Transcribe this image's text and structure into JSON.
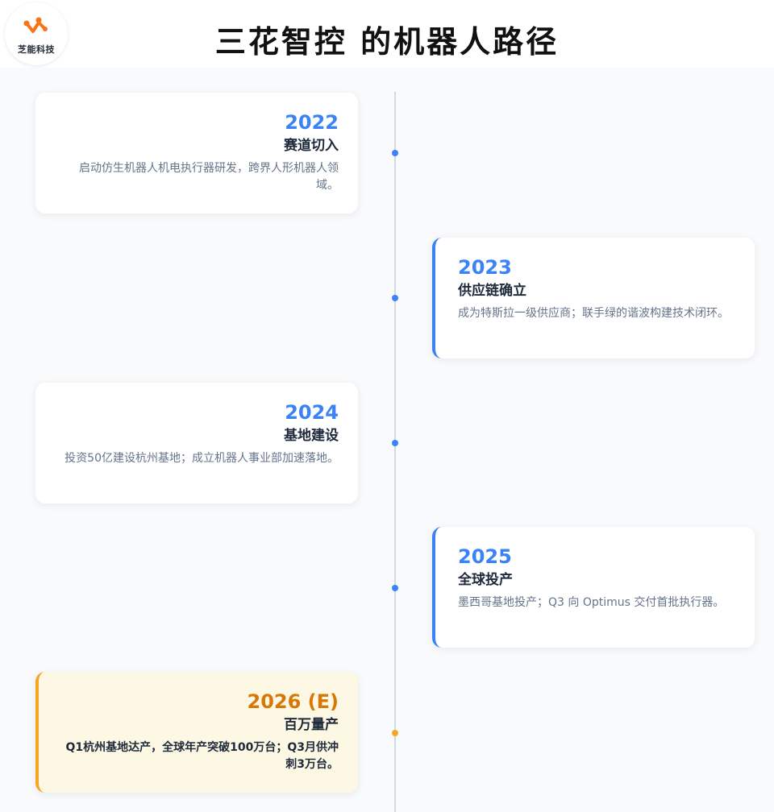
{
  "header": {
    "logo_text": "芝能科技",
    "title": "三花智控 的机器人路径"
  },
  "colors": {
    "accent": "#3b82f6",
    "future": "#f5a623",
    "future_year": "#d97706",
    "future_bg": "#fdf8e4"
  },
  "timeline": [
    {
      "year": "2022",
      "title": "赛道切入",
      "desc": "启动仿生机器人机电执行器研发，跨界人形机器人领域。",
      "side": "left",
      "status": "done"
    },
    {
      "year": "2023",
      "title": "供应链确立",
      "desc": "成为特斯拉一级供应商；联手绿的谐波构建技术闭环。",
      "side": "right",
      "status": "done"
    },
    {
      "year": "2024",
      "title": "基地建设",
      "desc": "投资50亿建设杭州基地；成立机器人事业部加速落地。",
      "side": "left",
      "status": "done"
    },
    {
      "year": "2025",
      "title": "全球投产",
      "desc": "墨西哥基地投产；Q3 向 Optimus 交付首批执行器。",
      "side": "right",
      "status": "done"
    },
    {
      "year": "2026 (E)",
      "title": "百万量产",
      "desc": "Q1杭州基地达产，全球年产突破100万台；Q3月供冲刺3万台。",
      "side": "left",
      "status": "forecast"
    }
  ]
}
